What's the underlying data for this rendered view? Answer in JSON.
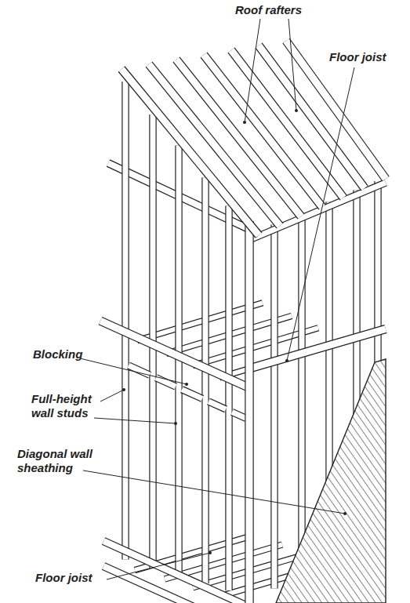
{
  "diagram": {
    "labels": [
      "Roof rafters",
      "Floor joist",
      "Blocking",
      "Full-height wall studs",
      "Diagonal wall sheathing",
      "Floor joist"
    ]
  }
}
